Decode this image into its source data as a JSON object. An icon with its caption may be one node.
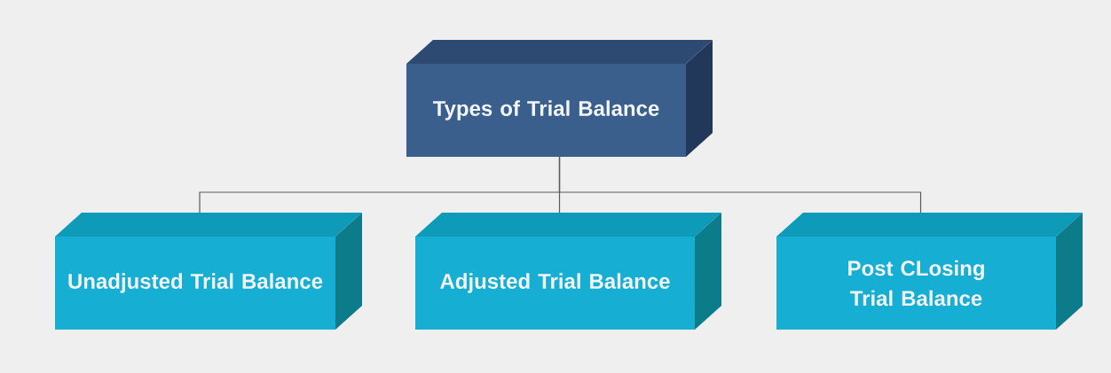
{
  "diagram": {
    "nodes": [
      {
        "text": [
          "Types of Trial Balance"
        ]
      },
      {
        "text": [
          "Unadjusted Trial Balance"
        ]
      },
      {
        "text": [
          "Adjusted Trial Balance"
        ]
      },
      {
        "text": [
          "Post CLosing Trial Balance"
        ]
      }
    ],
    "edges": [
      {
        "from": 0,
        "to": 1,
        "arrow": "none"
      },
      {
        "from": 0,
        "to": 2,
        "arrow": "none"
      },
      {
        "from": 0,
        "to": 3,
        "arrow": "none"
      }
    ]
  }
}
